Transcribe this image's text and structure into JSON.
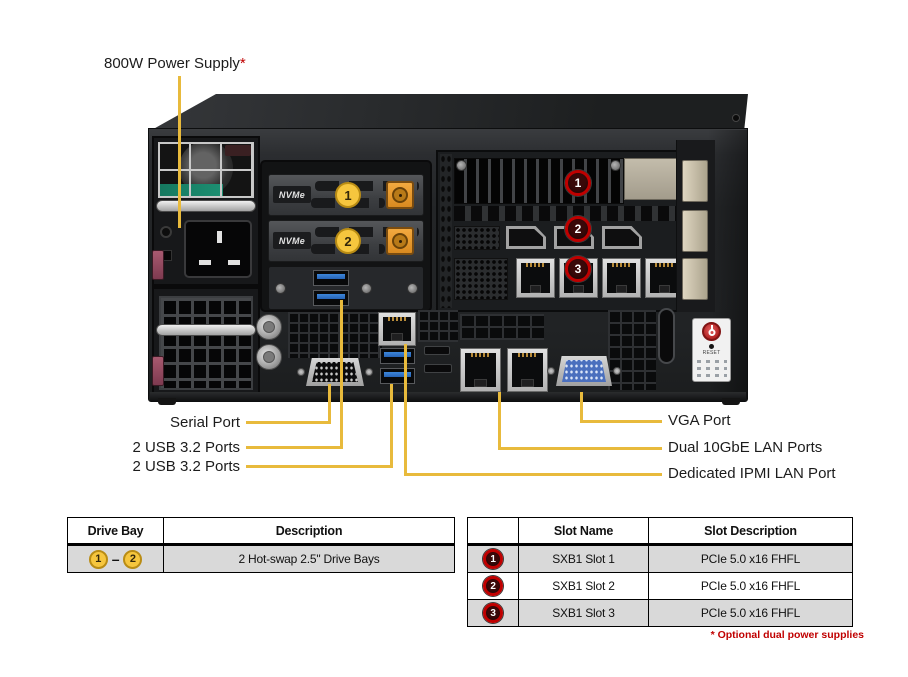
{
  "colors": {
    "callout_yellow": "#E8BA3C",
    "badge_yellow": "#F6C63E",
    "badge_red": "#C00000",
    "table_row_gray": "#D9D9D9",
    "footnote_red": "#C00000"
  },
  "callouts": {
    "power_supply": {
      "label": "800W Power Supply",
      "asterisk": "*"
    },
    "left": [
      {
        "label": "Serial Port"
      },
      {
        "label": "2 USB 3.2 Ports"
      },
      {
        "label": "2 USB 3.2 Ports"
      }
    ],
    "right": [
      {
        "label": "VGA Port"
      },
      {
        "label": "Dual 10GbE LAN Ports"
      },
      {
        "label": "Dedicated IPMI LAN Port"
      }
    ]
  },
  "chassis": {
    "nvme_label": "NVMe",
    "drive_badges": [
      "1",
      "2"
    ],
    "slot_badges": [
      "1",
      "2",
      "3"
    ],
    "reset_label": "RESET"
  },
  "drive_table": {
    "headers": [
      "Drive Bay",
      "Description"
    ],
    "row": {
      "bay_from": "1",
      "separator": "–",
      "bay_to": "2",
      "description": "2 Hot-swap 2.5\" Drive Bays"
    }
  },
  "slot_table": {
    "headers": [
      "",
      "Slot Name",
      "Slot Description"
    ],
    "rows": [
      {
        "badge": "1",
        "slot_name": "SXB1 Slot 1",
        "slot_description": "PCIe 5.0 x16 FHFL"
      },
      {
        "badge": "2",
        "slot_name": "SXB1 Slot 2",
        "slot_description": "PCIe 5.0 x16 FHFL"
      },
      {
        "badge": "3",
        "slot_name": "SXB1 Slot 3",
        "slot_description": "PCIe 5.0 x16 FHFL"
      }
    ]
  },
  "footnote": "* Optional dual power supplies"
}
